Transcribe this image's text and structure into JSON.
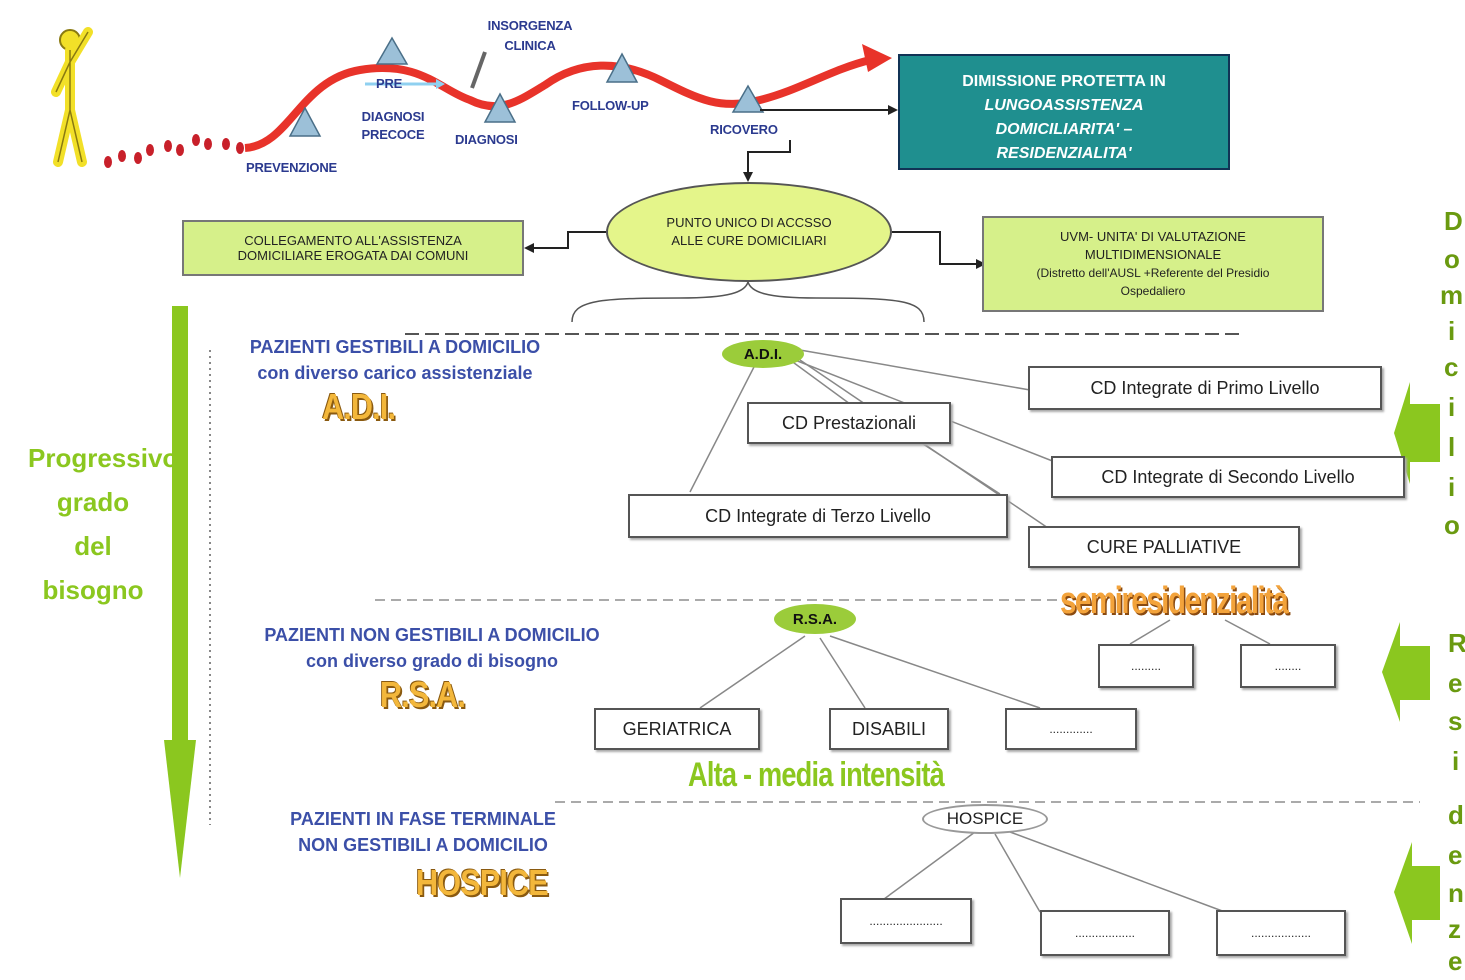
{
  "journey": {
    "prevenzione": "PREVENZIONE",
    "pre": "PRE",
    "diagnosi_precoce": "DIAGNOSI PRECOCE",
    "insorgenza": "INSORGENZA CLINICA",
    "diagnosi": "DIAGNOSI",
    "follow_up": "FOLLOW-UP",
    "ricovero": "RICOVERO",
    "dimissione_title": "DIMISSIONE PROTETTA IN",
    "dimissione_sub": "LUNGOASSISTENZA DOMICILIARITA' – RESIDENZIALITA'"
  },
  "access": {
    "punto_unico": "PUNTO UNICO DI ACCSSO ALLE CURE DOMICILIARI",
    "collegamento": "COLLEGAMENTO ALL'ASSISTENZA DOMICILIARE EROGATA DAI COMUNI",
    "uvm": "UVM- UNITA' DI VALUTAZIONE MULTIDIMENSIONALE",
    "uvm_sub": "(Distretto dell'AUSL +Referente del Presidio Ospedaliero"
  },
  "progress_label": [
    "Progressivo",
    "grado",
    "del",
    "bisogno"
  ],
  "adi": {
    "heading1": "PAZIENTI GESTIBILI A DOMICILIO",
    "heading2": "con diverso carico assistenziale",
    "title": "A.D.I.",
    "node": "A.D.I.",
    "items": [
      "CD Integrate di Primo Livello",
      "CD Prestazionali",
      "CD Integrate di Secondo Livello",
      "CD Integrate di Terzo Livello",
      "CURE PALLIATIVE"
    ]
  },
  "semires": {
    "title": "semiresidenzialità",
    "items": [
      ".........",
      "........"
    ]
  },
  "rsa": {
    "heading1": "PAZIENTI NON GESTIBILI A DOMICILIO",
    "heading2": "con diverso grado di bisogno",
    "title": "R.S.A.",
    "node": "R.S.A.",
    "items": [
      "GERIATRICA",
      "DISABILI",
      "............."
    ],
    "intensity": "Alta - media intensità"
  },
  "hospice": {
    "heading1": "PAZIENTI IN FASE TERMINALE",
    "heading2": "NON GESTIBILI A DOMICILIO",
    "title": "HOSPICE",
    "node": "HOSPICE",
    "items": [
      "......................",
      "..................",
      ".................."
    ]
  },
  "right_letters": {
    "top": [
      "D",
      "o",
      "m",
      "i",
      "c",
      "i",
      "l",
      "i",
      "o"
    ],
    "bottom": [
      "R",
      "e",
      "s",
      "i",
      "d",
      "e",
      "n",
      "z",
      "e"
    ]
  },
  "colors": {
    "teal": "#1f8f8f",
    "green_light": "#d6f08a",
    "green_arrow": "#8bc71f",
    "red_path": "#e8332a"
  }
}
